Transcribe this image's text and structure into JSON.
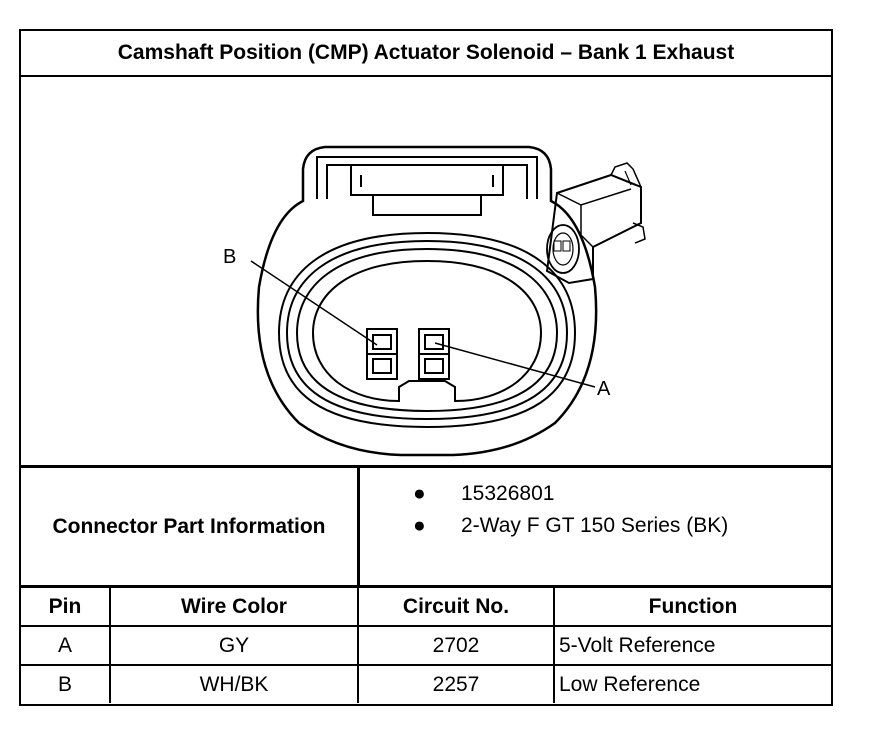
{
  "title": "Camshaft Position (CMP) Actuator Solenoid – Bank 1 Exhaust",
  "diagram": {
    "label_b": "B",
    "label_a": "A"
  },
  "connector_info": {
    "label": "Connector Part Information",
    "items": [
      "15326801",
      "2-Way F GT 150 Series (BK)"
    ]
  },
  "pin_table": {
    "headers": [
      "Pin",
      "Wire Color",
      "Circuit No.",
      "Function"
    ],
    "rows": [
      [
        "A",
        "GY",
        "2702",
        "5-Volt Reference"
      ],
      [
        "B",
        "WH/BK",
        "2257",
        "Low Reference"
      ]
    ]
  }
}
